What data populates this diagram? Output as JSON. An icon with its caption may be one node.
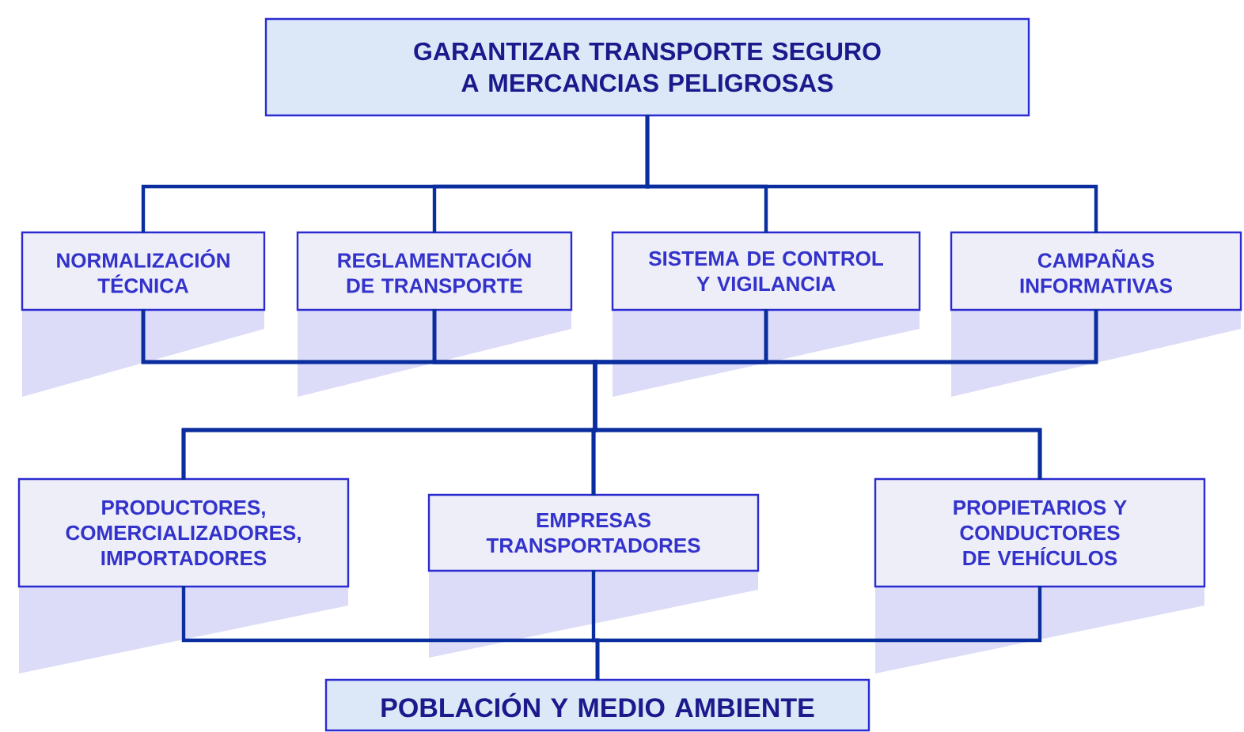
{
  "diagram": {
    "nodes": [
      {
        "text": [
          "GARANTIZAR TRANSPORTE SEGURO A MERCANCIAS PELIGROSAS"
        ]
      },
      {
        "text": [
          "NORMALIZACIÓN TÉCNICA"
        ]
      },
      {
        "text": [
          "REGLAMENTACIÓN DE TRANSPORTE"
        ]
      },
      {
        "text": [
          "SISTEMA DE CONTROL Y VIGILANCIA"
        ]
      },
      {
        "text": [
          "CAMPAÑAS INFORMATIVAS"
        ]
      },
      {
        "text": [
          "PRODUCTORES, COMERCIALIZADORES, IMPORTADORES"
        ]
      },
      {
        "text": [
          "EMPRESAS TRANSPORTADORES"
        ]
      },
      {
        "text": [
          "PROPIETARIOS Y CONDUCTORES DE VEHÍCULOS"
        ]
      },
      {
        "text": [
          "POBLACIÓN Y MEDIO AMBIENTE"
        ]
      }
    ],
    "edges": [
      {
        "from": 0,
        "to": 1,
        "arrow": "none"
      },
      {
        "from": 0,
        "to": 2,
        "arrow": "none"
      },
      {
        "from": 0,
        "to": 3,
        "arrow": "none"
      },
      {
        "from": 0,
        "to": 4,
        "arrow": "none"
      },
      {
        "from": 1,
        "to": 5,
        "arrow": "none"
      },
      {
        "from": 1,
        "to": 6,
        "arrow": "none"
      },
      {
        "from": 1,
        "to": 7,
        "arrow": "none"
      },
      {
        "from": 2,
        "to": 5,
        "arrow": "none"
      },
      {
        "from": 2,
        "to": 6,
        "arrow": "none"
      },
      {
        "from": 2,
        "to": 7,
        "arrow": "none"
      },
      {
        "from": 3,
        "to": 5,
        "arrow": "none"
      },
      {
        "from": 3,
        "to": 6,
        "arrow": "none"
      },
      {
        "from": 3,
        "to": 7,
        "arrow": "none"
      },
      {
        "from": 4,
        "to": 5,
        "arrow": "none"
      },
      {
        "from": 4,
        "to": 6,
        "arrow": "none"
      },
      {
        "from": 4,
        "to": 7,
        "arrow": "none"
      },
      {
        "from": 5,
        "to": 8,
        "arrow": "none"
      },
      {
        "from": 6,
        "to": 8,
        "arrow": "none"
      },
      {
        "from": 7,
        "to": 8,
        "arrow": "none"
      }
    ]
  }
}
